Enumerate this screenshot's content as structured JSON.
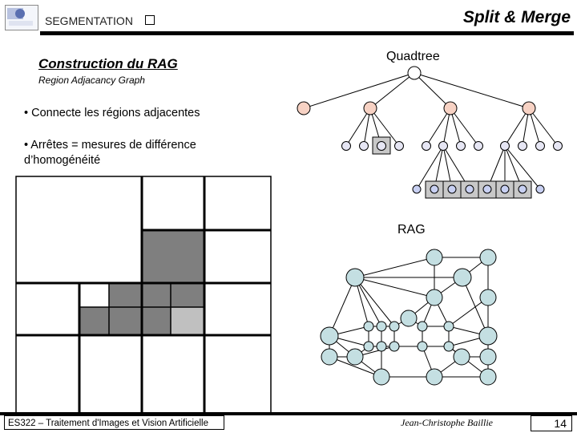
{
  "header": {
    "section": "SEGMENTATION",
    "title": "Split & Merge"
  },
  "content": {
    "heading": "Construction du RAG",
    "subheading": "Region Adjacancy Graph",
    "bullets": [
      "• Connecte les régions adjacentes",
      "• Arrêtes = mesures de différence d’homogénéité"
    ]
  },
  "figures": {
    "quadtree_label": "Quadtree",
    "rag_label": "RAG"
  },
  "footer": {
    "course": "ES322 – Traitement d'Images et Vision Artificielle",
    "author": "Jean-Christophe Baillie",
    "page": "14"
  },
  "colors": {
    "root_fill": "#ffffff",
    "level1_fill": "#f7d2c4",
    "level2_fill": "#e6e6f4",
    "level3_fill": "#c8d0f2",
    "leaf_box_fill": "#c8c8c8",
    "rag_node_fill": "#c4dfe2",
    "region_dark": "#7f7f7f",
    "region_light": "#c0c0c0"
  }
}
